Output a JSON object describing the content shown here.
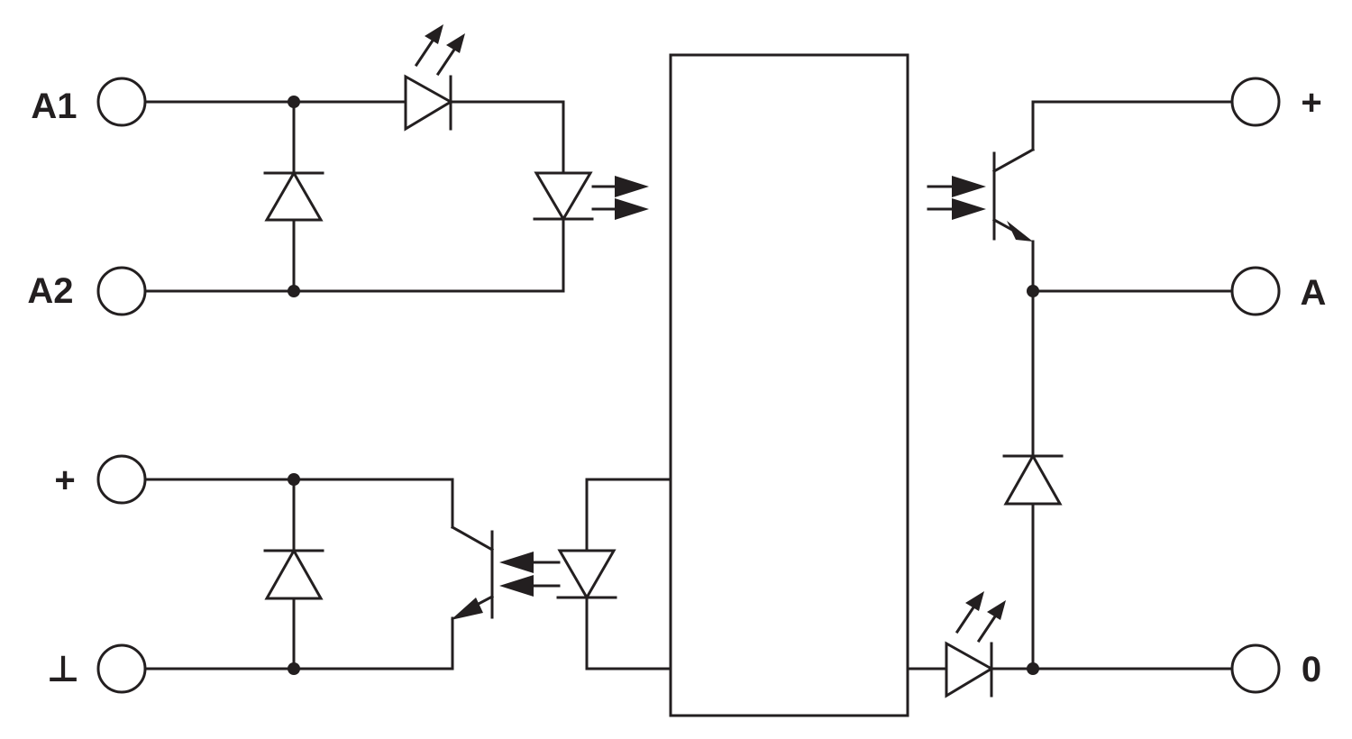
{
  "terminals": {
    "input_pos": "A1",
    "input_neg": "A2",
    "supply_pos": "+",
    "supply_gnd": "⊥",
    "output_pos": "+",
    "output_a": "A",
    "output_zero": "0"
  },
  "colors": {
    "line": "#231f20",
    "background": "#ffffff"
  }
}
